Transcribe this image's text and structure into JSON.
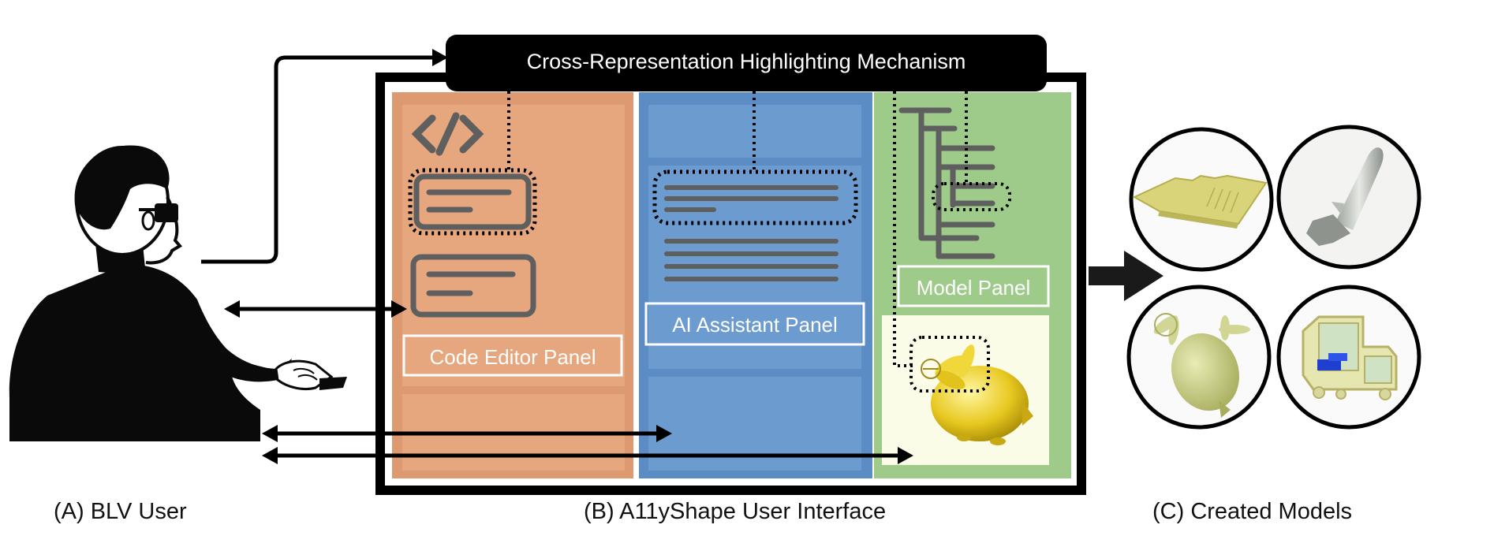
{
  "banner": {
    "title": "Cross-Representation Highlighting Mechanism"
  },
  "panels": {
    "code_editor": {
      "label": "Code Editor Panel"
    },
    "ai_assistant": {
      "label": "AI Assistant Panel"
    },
    "model": {
      "label": "Model Panel"
    }
  },
  "icons": {
    "code": "code-brackets-icon",
    "user": "blv-user-figure",
    "forward": "arrow-right-icon"
  },
  "captions": {
    "user": "(A) BLV User",
    "interface": "(B) A11yShape User Interface",
    "models": "(C) Created Models"
  },
  "colors": {
    "code_panel": "#dd9a70",
    "code_panel_inner": "#e6a67e",
    "ai_panel": "#5b8cc4",
    "ai_panel_inner": "#6c9bd0",
    "model_panel": "#9ecb8a",
    "model_view": "#fbfce8",
    "glyph": "#5f5f5f",
    "frame": "#000000"
  }
}
